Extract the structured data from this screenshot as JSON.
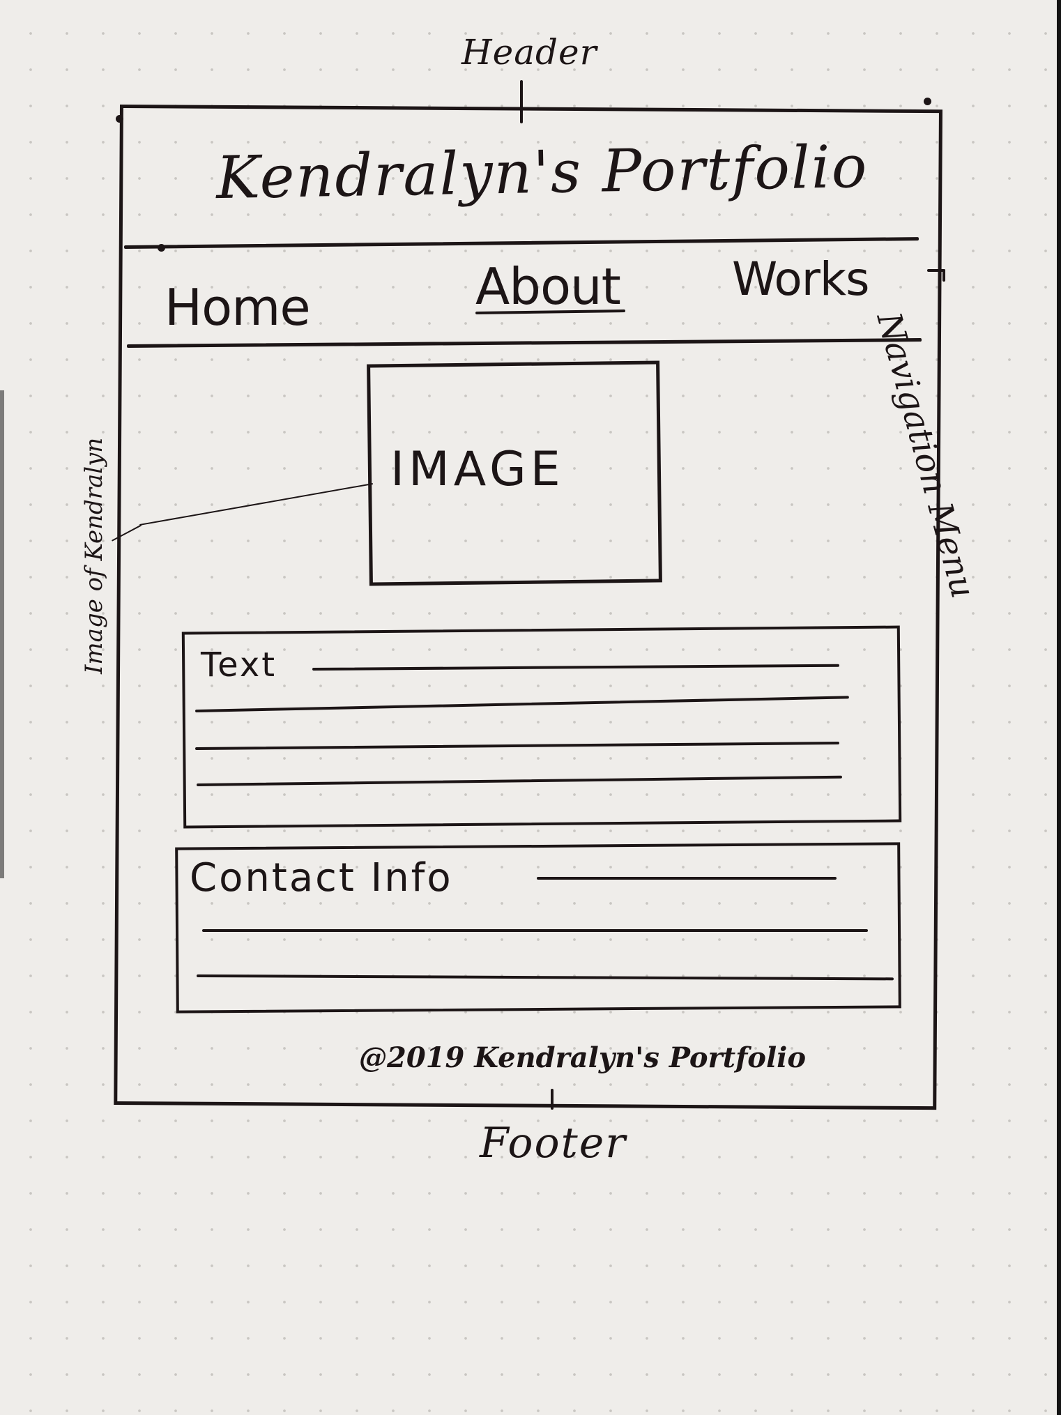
{
  "annotations": {
    "header": "Header",
    "navigation": "Navigation Menu",
    "image_note": "Image of Kendralyn",
    "footer": "Footer"
  },
  "wireframe": {
    "site_title": "Kendralyn's Portfolio",
    "nav": {
      "items": [
        {
          "label": "Home"
        },
        {
          "label": "About"
        },
        {
          "label": "Works"
        }
      ],
      "active_index": 1
    },
    "image_placeholder": "IMAGE",
    "text_section": {
      "label": "Text"
    },
    "contact_section": {
      "label": "Contact Info"
    },
    "footer_text": "@2019 Kendralyn's Portfolio"
  }
}
